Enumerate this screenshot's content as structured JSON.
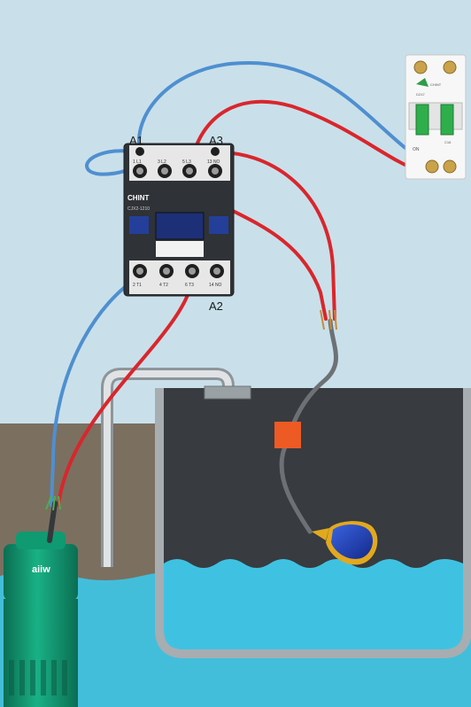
{
  "contactor": {
    "brand": "CHINT",
    "model": "CJX2-1210",
    "coil_a1": "A1",
    "coil_a2": "A2",
    "aux_a3": "A3",
    "top_terminals": [
      "1 L1",
      "3 L2",
      "5 L3",
      "13 NO"
    ],
    "bottom_terminals": [
      "2 T1",
      "4 T2",
      "6 T3",
      "14 NO"
    ]
  },
  "breaker": {
    "brand": "CHINT",
    "model": "DZ47",
    "rating": "C16",
    "mark": "ON"
  },
  "pump": {
    "brand": "aiiw"
  },
  "colors": {
    "sky": "#c9e0ea",
    "ground": "#7b6f60",
    "tank_inner": "#383b3f",
    "water": "#3fc2e2",
    "live_wire": "#d9262c",
    "neutral_wire": "#4f8fd0",
    "pump_body": "#0d8f6a",
    "float_switch": "#1e3fb5",
    "clamp": "#ee5a24"
  }
}
